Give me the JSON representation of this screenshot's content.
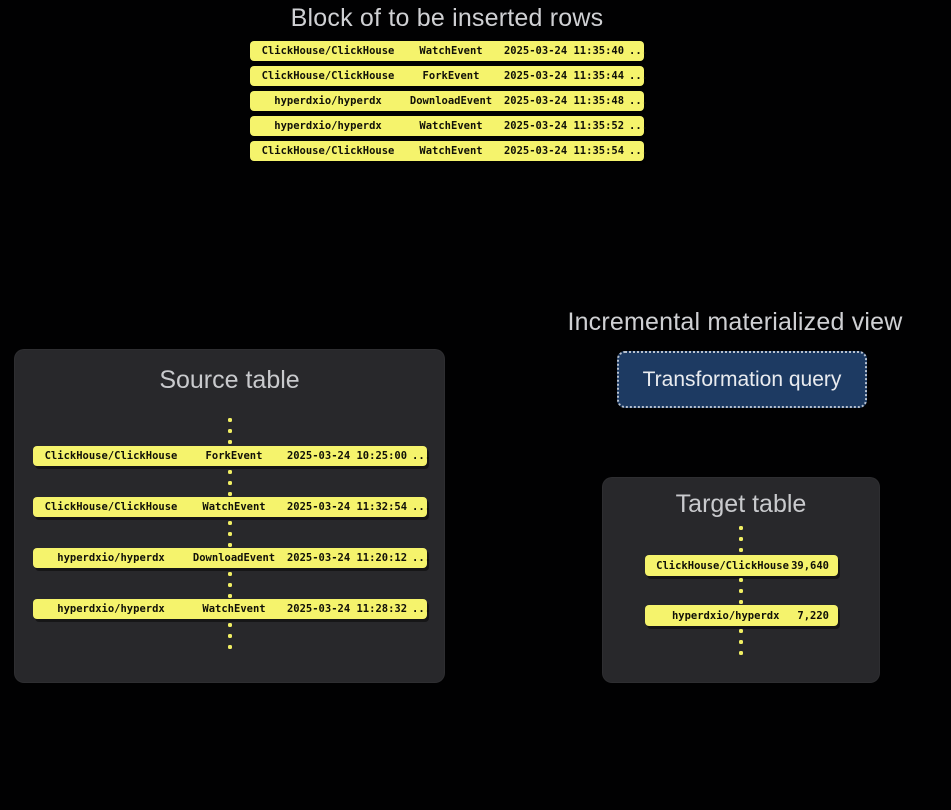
{
  "colors": {
    "background": "#010102",
    "row_yellow": "#f5f36c",
    "dot_yellow": "#f0ee63",
    "panel_gray": "#28282b",
    "button_blue": "#1d3a62",
    "title_gray": "#cfd0d3",
    "row_text": "#101008"
  },
  "insert_block": {
    "title": "Block of to be inserted rows",
    "rows": [
      {
        "repo": "ClickHouse/ClickHouse",
        "event": "WatchEvent",
        "timestamp": "2025-03-24 11:35:40",
        "more": "..."
      },
      {
        "repo": "ClickHouse/ClickHouse",
        "event": "ForkEvent",
        "timestamp": "2025-03-24 11:35:44",
        "more": "..."
      },
      {
        "repo": "hyperdxio/hyperdx",
        "event": "DownloadEvent",
        "timestamp": "2025-03-24 11:35:48",
        "more": "..."
      },
      {
        "repo": "hyperdxio/hyperdx",
        "event": "WatchEvent",
        "timestamp": "2025-03-24 11:35:52",
        "more": "..."
      },
      {
        "repo": "ClickHouse/ClickHouse",
        "event": "WatchEvent",
        "timestamp": "2025-03-24 11:35:54",
        "more": "..."
      }
    ]
  },
  "source_table": {
    "title": "Source table",
    "rows": [
      {
        "repo": "ClickHouse/ClickHouse",
        "event": "ForkEvent",
        "timestamp": "2025-03-24 10:25:00",
        "more": "..."
      },
      {
        "repo": "ClickHouse/ClickHouse",
        "event": "WatchEvent",
        "timestamp": "2025-03-24 11:32:54",
        "more": "..."
      },
      {
        "repo": "hyperdxio/hyperdx",
        "event": "DownloadEvent",
        "timestamp": "2025-03-24 11:20:12",
        "more": "..."
      },
      {
        "repo": "hyperdxio/hyperdx",
        "event": "WatchEvent",
        "timestamp": "2025-03-24 11:28:32",
        "more": "..."
      }
    ]
  },
  "materialized_view": {
    "title": "Incremental materialized view",
    "button_label": "Transformation query"
  },
  "target_table": {
    "title": "Target table",
    "rows": [
      {
        "repo": "ClickHouse/ClickHouse",
        "count": "39,640"
      },
      {
        "repo": "hyperdxio/hyperdx",
        "count": "7,220"
      }
    ]
  }
}
